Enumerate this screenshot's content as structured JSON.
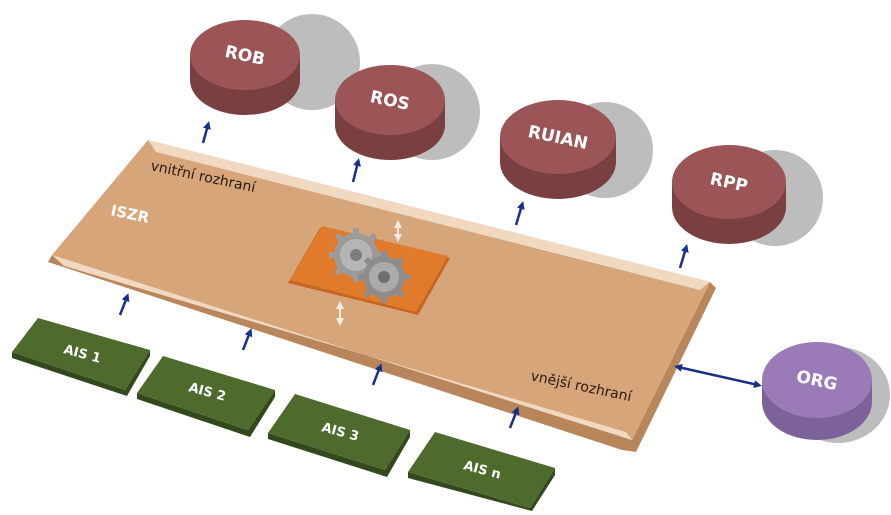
{
  "registries": [
    {
      "id": "rob",
      "label": "ROB"
    },
    {
      "id": "ros",
      "label": "ROS"
    },
    {
      "id": "ruian",
      "label": "RUIAN"
    },
    {
      "id": "rpp",
      "label": "RPP"
    }
  ],
  "external": {
    "label": "ORG"
  },
  "plate": {
    "title": "ISZR",
    "inner_interface": "vnitřní rozhraní",
    "outer_interface": "vnější rozhraní"
  },
  "agendas": [
    {
      "label": "AIS 1"
    },
    {
      "label": "AIS 2"
    },
    {
      "label": "AIS 3"
    },
    {
      "label": "AIS n"
    }
  ],
  "colors": {
    "registry": "#8f4e50",
    "registry_top": "#a6605f",
    "external": "#9a7bb8",
    "plate": "#d6a57a",
    "plate_edge": "#f2d9c2",
    "ais": "#4e6a2c",
    "arrow": "#1a2f8a",
    "core": "#e07b2c"
  }
}
